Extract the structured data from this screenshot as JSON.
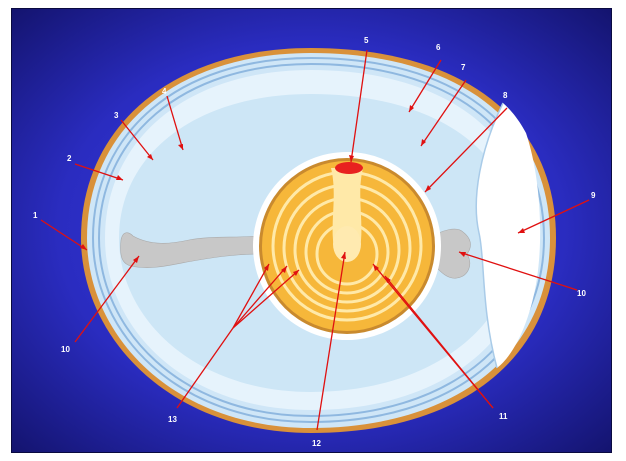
{
  "labels": [
    "1",
    "2",
    "3",
    "4",
    "5",
    "6",
    "7",
    "8",
    "9",
    "10",
    "10",
    "11",
    "12",
    "13"
  ],
  "colors": {
    "background_center": "#3a3ce8",
    "background_edge": "#141470",
    "shell": "#d9913a",
    "membrane": "#8fb8e0",
    "albumen": "#d4ecfa",
    "air_cell": "#ffffff",
    "yolk": "#f6b73a",
    "yolk_rings": "#ffe9a8",
    "germinal_disc": "#e8211f",
    "chalaza": "#c8c8c8",
    "arrows": "#e01010"
  }
}
